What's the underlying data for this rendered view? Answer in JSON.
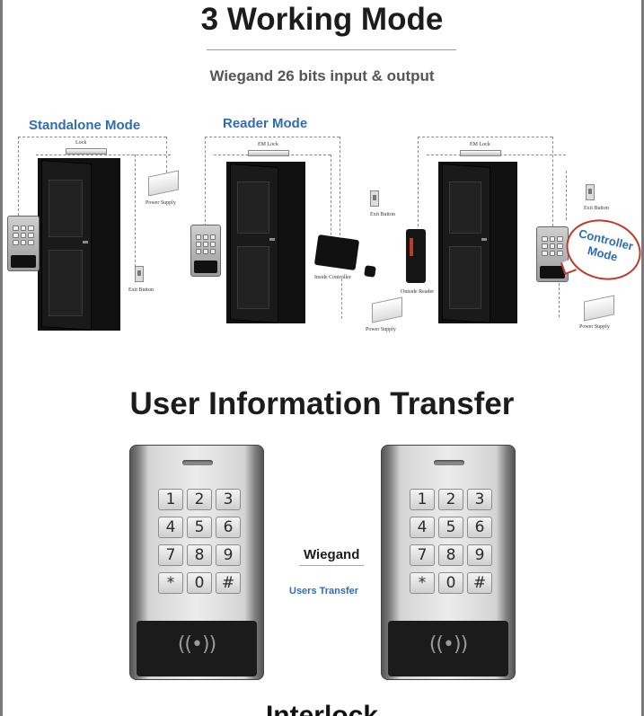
{
  "page": {
    "title": "3 Working Mode",
    "subtitle": "Wiegand 26 bits input & output",
    "section2_title": "User Information Transfer",
    "cut_off_text": "Interlock"
  },
  "modes": [
    {
      "label": "Standalone Mode",
      "lock_label": "Lock",
      "power_label": "Power Supply",
      "exit_label": "Exit Button"
    },
    {
      "label": "Reader Mode",
      "lock_label": "EM Lock",
      "exit_label": "Exit Button",
      "controller_label": "Inside Controller",
      "power_label": "Power Supply"
    },
    {
      "label": "",
      "lock_label": "EM Lock",
      "exit_label": "Exit Button",
      "reader_label": "Outside Reader",
      "power_label": "Power Supply",
      "bubble_label": "Controller Mode"
    }
  ],
  "transfer": {
    "wiegand_label": "Wiegand",
    "users_transfer_label": "Users Transfer",
    "keys": [
      "1",
      "2",
      "3",
      "4",
      "5",
      "6",
      "7",
      "8",
      "9",
      "*",
      "0",
      "#"
    ],
    "rf_symbol": "((•))"
  },
  "colors": {
    "accent_blue": "#2f6db0",
    "bubble_red": "#c0392b"
  }
}
